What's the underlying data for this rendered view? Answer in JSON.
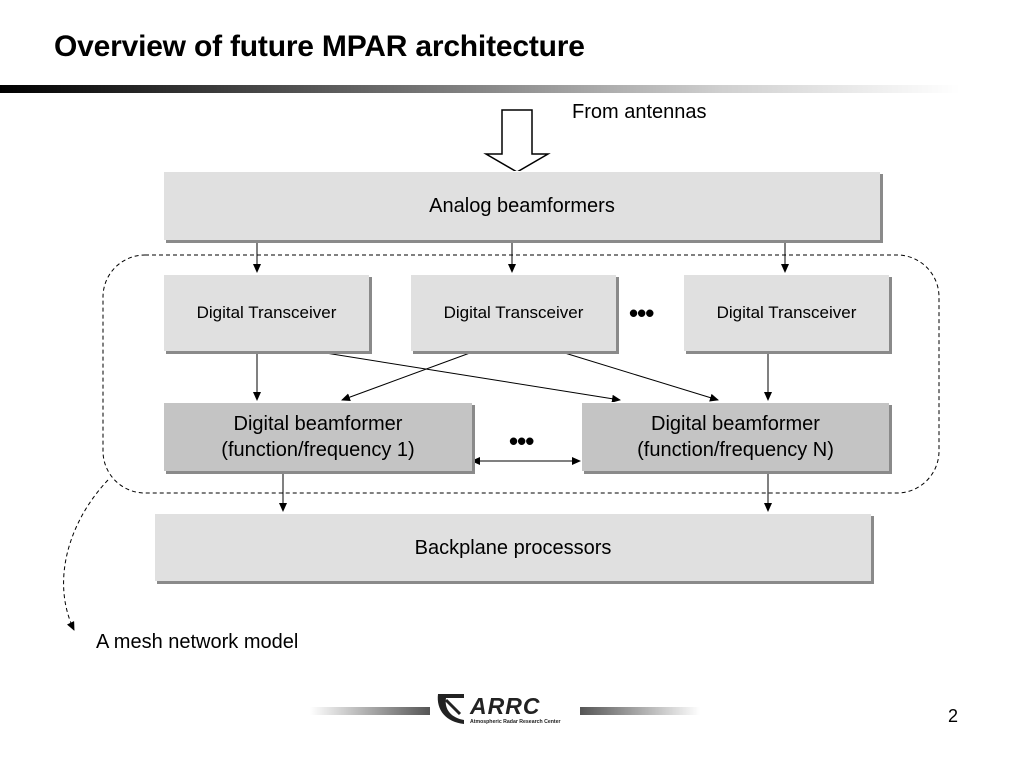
{
  "slide": {
    "title": "Overview of future MPAR architecture",
    "page_number": "2"
  },
  "diagram": {
    "from_label": "From antennas",
    "analog": "Analog beamformers",
    "transceivers": [
      "Digital Transceiver",
      "Digital Transceiver",
      "Digital Transceiver"
    ],
    "beamformer_1": [
      "Digital beamformer",
      "(function/frequency 1)"
    ],
    "beamformer_n": [
      "Digital beamformer",
      "(function/frequency N)"
    ],
    "backplane": "Backplane processors",
    "ellipsis": "•••",
    "mesh_label": "A mesh network model"
  },
  "logo": {
    "name": "ARRC",
    "tagline": "Atmospheric Radar Research Center"
  }
}
